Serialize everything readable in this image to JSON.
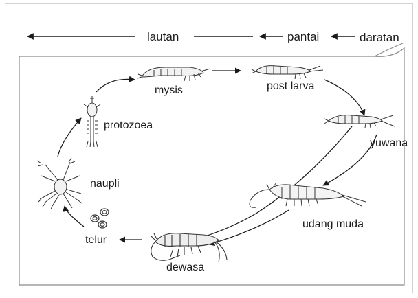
{
  "zones": {
    "sea": "lautan",
    "coast": "pantai",
    "land": "daratan"
  },
  "stages": {
    "egg": "telur",
    "nauplius": "naupli",
    "protozoea": "protozoea",
    "mysis": "mysis",
    "postlarva": "post larva",
    "juvenile": "yuwana",
    "young_shrimp": "udang muda",
    "adult": "dewasa"
  },
  "colors": {
    "line": "#1a1a1a",
    "frame": "#8a8a8a",
    "illustration": "#333333"
  }
}
